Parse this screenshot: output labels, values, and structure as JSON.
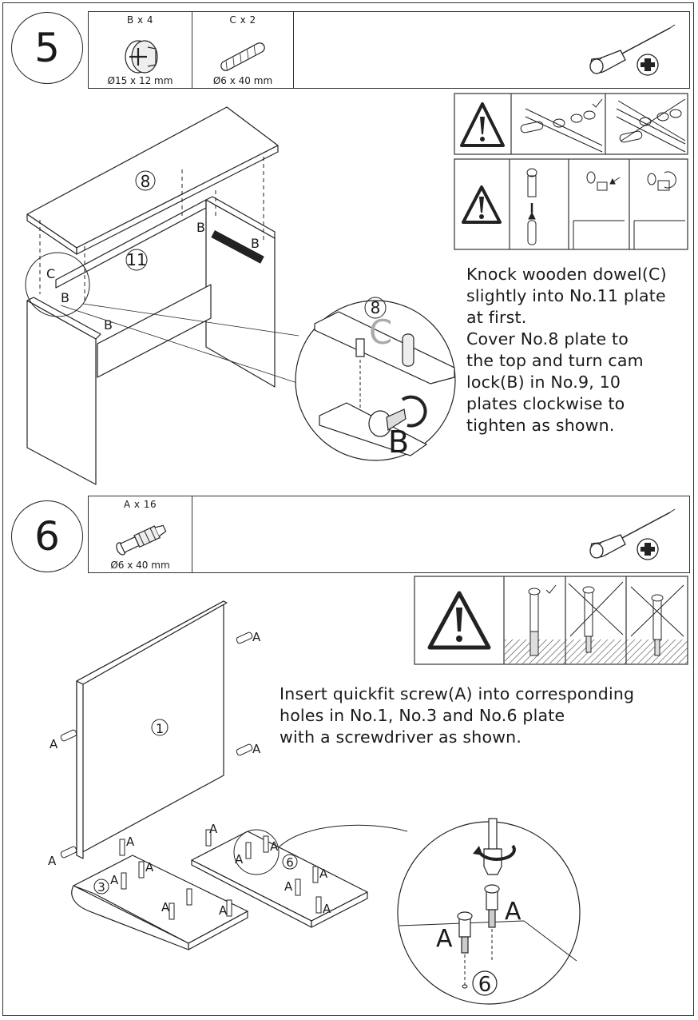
{
  "step5": {
    "number": "5",
    "parts": [
      {
        "qty": "B x 4",
        "size": "Ø15 x 12 mm",
        "icon": "cam-lock-icon"
      },
      {
        "qty": "C x 2",
        "size": "Ø6 x 40 mm",
        "icon": "wooden-dowel-icon"
      }
    ],
    "tool": "phillips-screwdriver-icon",
    "instruction": "Knock wooden dowel(C)\nslightly into No.11 plate\nat first.\nCover No.8 plate to\nthe top and turn cam\nlock(B) in No.9, 10\nplates clockwise to\ntighten as shown.",
    "labels": {
      "plate_top": "8",
      "plate_back": "11",
      "dowel": "C",
      "cam": "B",
      "detail_plate": "8",
      "detail_dowel": "C",
      "detail_cam": "B"
    }
  },
  "step6": {
    "number": "6",
    "parts": [
      {
        "qty": "A x 16",
        "size": "Ø6 x 40 mm",
        "icon": "quickfit-screw-icon"
      }
    ],
    "tool": "phillips-screwdriver-icon",
    "instruction": "Insert quickfit screw(A) into corresponding\nholes in No.1, No.3 and No.6 plate\nwith a screwdriver as shown.",
    "labels": {
      "panel": "1",
      "shelf_left": "3",
      "shelf_right": "6",
      "screw": "A",
      "detail_plate": "6"
    }
  }
}
